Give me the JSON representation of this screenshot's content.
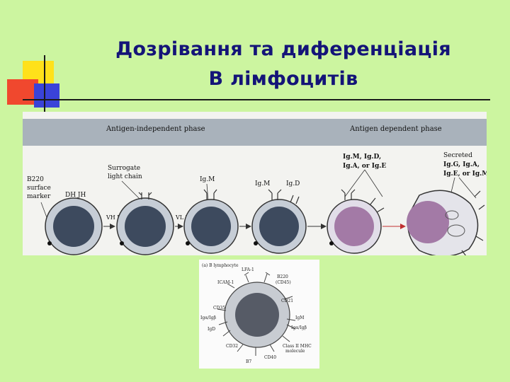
{
  "slide": {
    "title_line1": "Дозрівання  та диференціація",
    "title_line2": "В лімфоцитів"
  },
  "colors": {
    "background": "#ccf5a0",
    "title": "#141478",
    "accent_yellow": "#ffe11a",
    "accent_red": "#f0482e",
    "accent_blue": "#3a43d8",
    "nucleus_dark": "#3d4a5e",
    "nucleus_purple": "#a37aa6",
    "cell_membrane": "#c6cdd6"
  },
  "figure1": {
    "phase_independent": "Antigen-independent phase",
    "phase_dependent": "Antigen dependent phase",
    "b220_label": [
      "B220",
      "surface",
      "marker"
    ],
    "surrogate_label": [
      "Surrogate",
      "light chain"
    ],
    "igm_label_1": "Ig.M",
    "igm_label_2": "Ig.M",
    "igd_label": "Ig.D",
    "isotypes_label": [
      "Ig.M, Ig.D,",
      "Ig.A, or Ig.E"
    ],
    "secreted_label": [
      "Secreted",
      "Ig.G, Ig.A,",
      "Ig.E, or Ig.M"
    ],
    "gene_dh_jh_top": "DH JH",
    "gene_vh_dhjh": "VH DHJH",
    "gene_vl_jl": "VL JL"
  },
  "figure2": {
    "heading": "(a)  B lymphocyte",
    "labels": {
      "lfa1": "LFA-1",
      "b220": "B220",
      "cd45": "(CD45)",
      "icam1": "ICAM-1",
      "cd21": "CD21",
      "cd35": "CD35",
      "igab_left": "Igα/Igβ",
      "igd": "IgD",
      "igm": "IgM",
      "igab_right": "Igα/Igβ",
      "cd32": "CD32",
      "class2": "Class II MHC",
      "molecule": "molecule",
      "cd40": "CD40",
      "b7": "B7"
    }
  }
}
